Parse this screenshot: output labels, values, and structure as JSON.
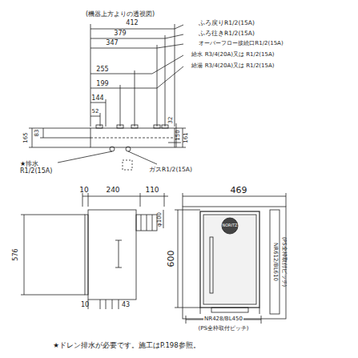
{
  "diagram": {
    "labels": [
      "(機器上方よりの透視図)",
      "412",
      "379",
      "347",
      "255",
      "199",
      "144",
      "52",
      "ふろ戻りR1/2(15A)",
      "ふろ往きR1/2(15A)",
      "オーバーフロー接続口R1/2(15A)",
      "給水 R3/4(20A)又は R1/2(15A)",
      "給湯 R3/4(20A)又は R1/2(15A)",
      "165",
      "83",
      "32",
      "150",
      "161",
      "★排水 R1/2(15A)",
      "ガスR1/2(15A)",
      "10",
      "240",
      "110",
      "469",
      "φ100",
      "576",
      "600",
      "10",
      "43",
      "NORITZ",
      "NR612/BL610",
      "(PS全枠取付ピッチ)",
      "NR428/BL450",
      "(PS全枠取付ピッチ)",
      "★ドレン排水が必要です。施工はP.198参照。"
    ]
  }
}
